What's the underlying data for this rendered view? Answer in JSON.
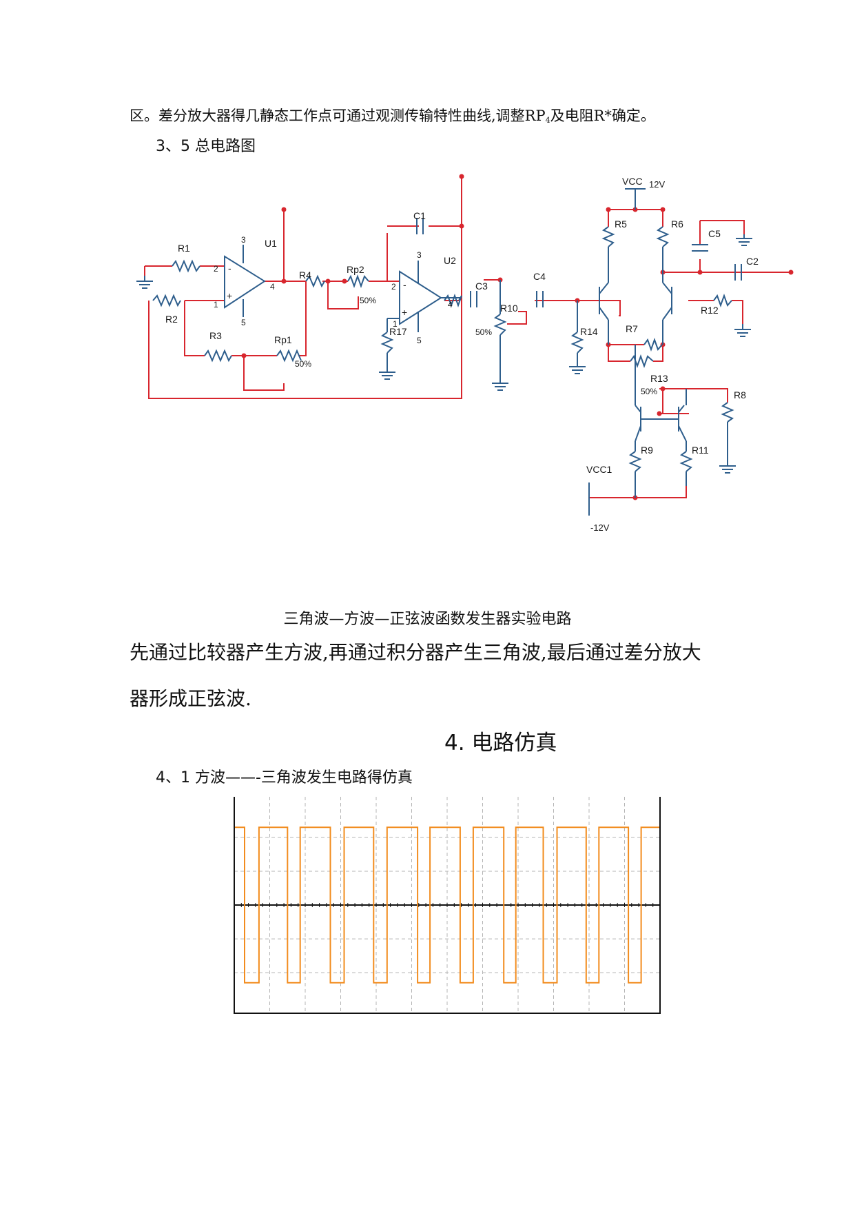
{
  "paragraph_top": {
    "before_sub": "区。差分放大器得几静态工作点可通过观测传输特性曲线,调整RP",
    "sub": "4",
    "after_sub": "及电阻R*确定。"
  },
  "section_3_5": "3、5  总电路图",
  "circuit": {
    "labels": {
      "r1": "R1",
      "r2": "R2",
      "r3": "R3",
      "rp1": "Rp1",
      "rp1_pct": "50%",
      "u1": "U1",
      "u1_p3": "3",
      "u1_p2": "2",
      "u1_p1": "1",
      "u1_p4": "4",
      "u1_p5": "5",
      "u1_minus": "-",
      "u1_plus": "+",
      "r4": "R4",
      "rp2": "Rp2",
      "rp2_pct": "50%",
      "c1": "C1",
      "u2": "U2",
      "u2_p3": "3",
      "u2_p2": "2",
      "u2_p1": "1",
      "u2_p4": "4",
      "u2_p5": "5",
      "u2_minus": "-",
      "u2_plus": "+",
      "r17": "R17",
      "c3": "C3",
      "r10": "R10",
      "r10_pct": "50%",
      "c4": "C4",
      "r14": "R14",
      "vcc": "VCC",
      "v12": "12V",
      "r5": "R5",
      "r6": "R6",
      "c5": "C5",
      "c2": "C2",
      "r7": "R7",
      "r12": "R12",
      "r13": "R13",
      "r13_pct": "50%",
      "r8": "R8",
      "r9": "R9",
      "r11": "R11",
      "vcc1": "VCC1",
      "vneg12": "-12V"
    }
  },
  "caption": "三角波—方波—正弦波函数发生器实验电路",
  "description": {
    "line1": "先通过比较器产生方波,再通过积分器产生三角波,最后通过差分放大",
    "line2": "器形成正弦波."
  },
  "heading_4": "4.  电路仿真",
  "section_4_1": "4、1  方波——-三角波发生电路得仿真",
  "chart_data": {
    "type": "line",
    "title": "",
    "xlabel": "",
    "ylabel": "",
    "series": [
      {
        "color": "#f28c1e",
        "x": [
          0,
          0.3,
          0.3,
          0.72,
          0.72,
          1.55,
          1.55,
          1.92,
          1.92,
          2.8,
          2.8,
          3.2,
          3.2,
          4.06,
          4.06,
          4.45,
          4.45,
          5.34,
          5.34,
          5.7,
          5.7,
          6.58,
          6.58,
          6.96,
          6.96,
          7.85,
          7.85,
          8.2,
          8.2,
          9.0,
          9.0,
          9.4,
          9.4,
          10.25,
          10.25,
          10.62,
          10.62,
          11.48,
          11.48,
          11.85,
          11.85,
          12.4
        ],
        "y": [
          2.3,
          2.3,
          -2.3,
          -2.3,
          2.3,
          2.3,
          -2.3,
          -2.3,
          2.3,
          2.3,
          -2.3,
          -2.3,
          2.3,
          2.3,
          -2.3,
          -2.3,
          2.3,
          2.3,
          -2.3,
          -2.3,
          2.3,
          2.3,
          -2.3,
          -2.3,
          2.3,
          2.3,
          -2.3,
          -2.3,
          2.3,
          2.3,
          -2.3,
          -2.3,
          2.3,
          2.3,
          -2.3,
          -2.3,
          2.3,
          2.3,
          -2.3,
          -2.3,
          2.3,
          2.3
        ]
      }
    ],
    "xlim": [
      0,
      12.4
    ],
    "ylim": [
      -3.2,
      3.2
    ],
    "grid": true,
    "colors": {
      "trace": "#f28c1e",
      "grid": "#b4b4b4",
      "axis": "#111111"
    }
  }
}
